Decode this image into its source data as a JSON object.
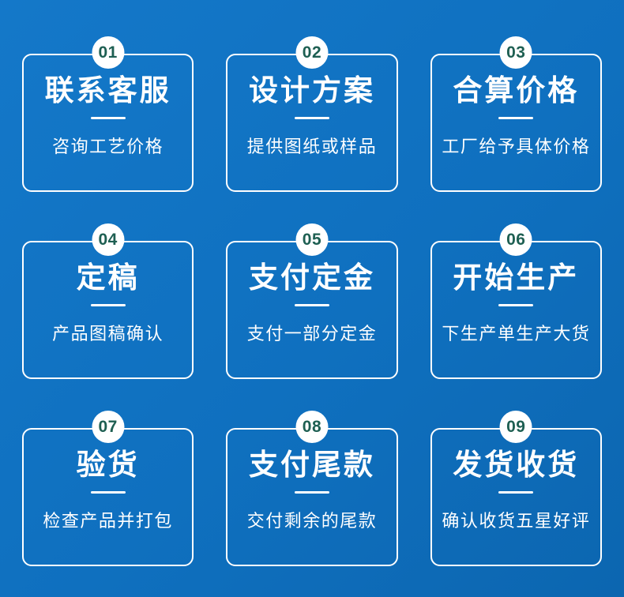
{
  "page": {
    "background_gradient_start": "#1478c9",
    "background_gradient_end": "#0c66b0",
    "card_border_color": "#ffffff",
    "badge_background_color": "#ffffff",
    "badge_number_color": "#1e5f52",
    "text_color": "#ffffff"
  },
  "steps": [
    {
      "number": "01",
      "title": "联系客服",
      "subtitle": "咨询工艺价格"
    },
    {
      "number": "02",
      "title": "设计方案",
      "subtitle": "提供图纸或样品"
    },
    {
      "number": "03",
      "title": "合算价格",
      "subtitle": "工厂给予具体价格"
    },
    {
      "number": "04",
      "title": "定稿",
      "subtitle": "产品图稿确认"
    },
    {
      "number": "05",
      "title": "支付定金",
      "subtitle": "支付一部分定金"
    },
    {
      "number": "06",
      "title": "开始生产",
      "subtitle": "下生产单生产大货"
    },
    {
      "number": "07",
      "title": "验货",
      "subtitle": "检查产品并打包"
    },
    {
      "number": "08",
      "title": "支付尾款",
      "subtitle": "交付剩余的尾款"
    },
    {
      "number": "09",
      "title": "发货收货",
      "subtitle": "确认收货五星好评"
    }
  ]
}
